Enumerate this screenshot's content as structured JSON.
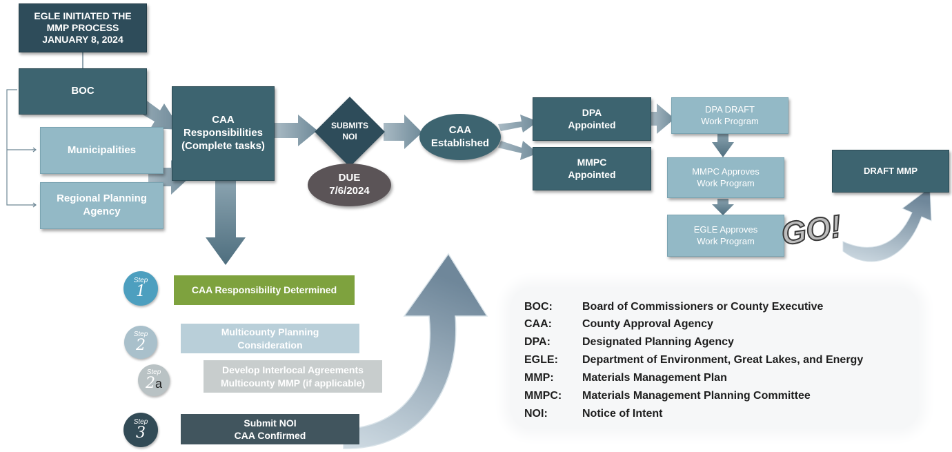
{
  "start": {
    "line1": "EGLE INITIATED THE",
    "line2": "MMP PROCESS",
    "line3": "JANUARY 8, 2024"
  },
  "boxes": {
    "boc": "BOC",
    "municipalities": "Municipalities",
    "regional": "Regional Planning\nAgency",
    "caa_resp": "CAA\nResponsibilities\n(Complete tasks)",
    "submits_noi": "SUBMITS\nNOI",
    "due": "DUE\n7/6/2024",
    "caa_established": "CAA\nEstablished",
    "dpa_appointed": "DPA\nAppointed",
    "mmpc_appointed": "MMPC\nAppointed",
    "dpa_draft": "DPA DRAFT\nWork Program",
    "mmpc_approves": "MMPC Approves\nWork Program",
    "egle_approves": "EGLE Approves\nWork Program",
    "draft_mmp": "DRAFT MMP",
    "go": "GO!"
  },
  "steps": [
    {
      "word": "Step",
      "num": "1",
      "label": "CAA Responsibility Determined",
      "color": "#4d9fbf"
    },
    {
      "word": "Step",
      "num": "2",
      "label": "Multicounty Planning\nConsideration",
      "color": "#a9c0cb"
    },
    {
      "word": "Step",
      "num": "2",
      "suffix": "a",
      "label": "Develop Interlocal Agreements\nMulticounty MMP (if applicable)",
      "color": "#b9c2c4"
    },
    {
      "word": "Step",
      "num": "3",
      "label": "Submit NOI\nCAA Confirmed",
      "color": "#324b56"
    }
  ],
  "legend": [
    {
      "abbr": "BOC:",
      "text": "Board of Commissioners or County Executive"
    },
    {
      "abbr": "CAA:",
      "text": "County Approval Agency"
    },
    {
      "abbr": "DPA:",
      "text": "Designated Planning Agency"
    },
    {
      "abbr": "EGLE:",
      "text": "Department of Environment, Great Lakes, and Energy"
    },
    {
      "abbr": "MMP:",
      "text": "Materials Management Plan"
    },
    {
      "abbr": "MMPC:",
      "text": "Materials Management Planning Committee"
    },
    {
      "abbr": "NOI:",
      "text": "Notice of Intent"
    }
  ],
  "colors": {
    "dark": "#3d6470",
    "darker": "#2e4c5a",
    "light": "#93b9c6",
    "green": "#7ea23e",
    "arrow": "#7f98a6"
  }
}
